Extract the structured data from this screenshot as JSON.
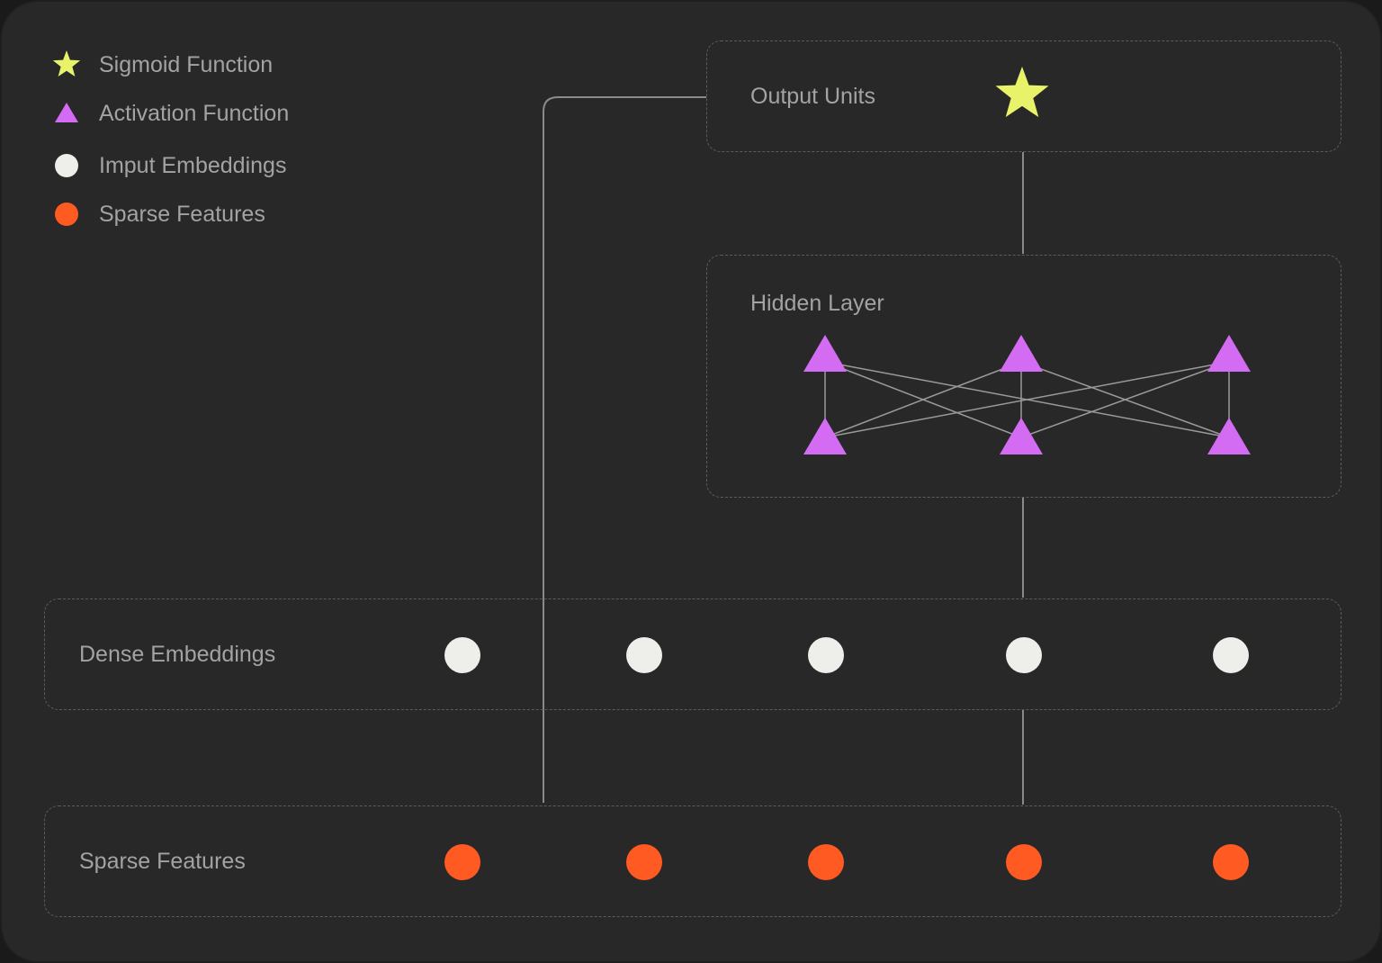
{
  "legend": {
    "items": [
      {
        "label": "Sigmoid Function",
        "icon": "star-icon"
      },
      {
        "label": "Activation Function",
        "icon": "triangle-icon"
      },
      {
        "label": "Imput Embeddings",
        "icon": "circle-icon"
      },
      {
        "label": "Sparse Features",
        "icon": "circle-icon"
      }
    ]
  },
  "layers": {
    "output": {
      "label": "Output Units"
    },
    "hidden": {
      "label": "Hidden Layer"
    },
    "dense": {
      "label": "Dense Embeddings"
    },
    "sparse": {
      "label": "Sparse Features"
    }
  },
  "colors": {
    "sigmoid": "#e8f36a",
    "activation": "#d46cf3",
    "embedding": "#eeeeea",
    "sparse": "#ff5a22",
    "background": "#282828",
    "line": "#8a8a8a",
    "text": "#a3a3a3"
  }
}
